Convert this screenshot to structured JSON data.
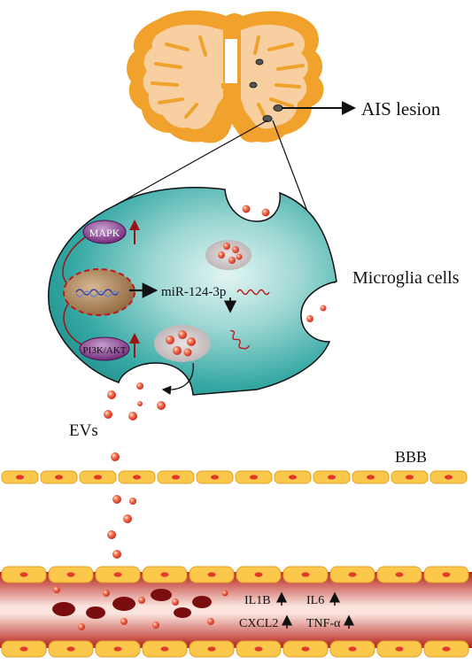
{
  "labels": {
    "ais_lesion": "AIS lesion",
    "microglia": "Microglia cells",
    "evs": "EVs",
    "bbb": "BBB",
    "mapk": "MAPK",
    "pi3k_akt": "PI3K/AKT",
    "mirna": "miR-124-3p"
  },
  "cytokines": {
    "il1b": "IL1B",
    "il6": "IL6",
    "cxcl2": "CXCL2",
    "tnfa": "TNF-α"
  },
  "colors": {
    "brain_outer": "#f0a22c",
    "brain_inner": "#f7c997",
    "cell_teal": "#2fa3a0",
    "cell_light": "#d9f1ef",
    "mapk_purple": "#7a2e7e",
    "nucleus_brown": "#a07a52",
    "endothelial_yellow": "#fbc84c",
    "vessel_red": "#c8281e",
    "rbc_dark": "#7a0d0d",
    "vesicle_red": "#e8472f",
    "arrow_red": "#9b1414"
  }
}
